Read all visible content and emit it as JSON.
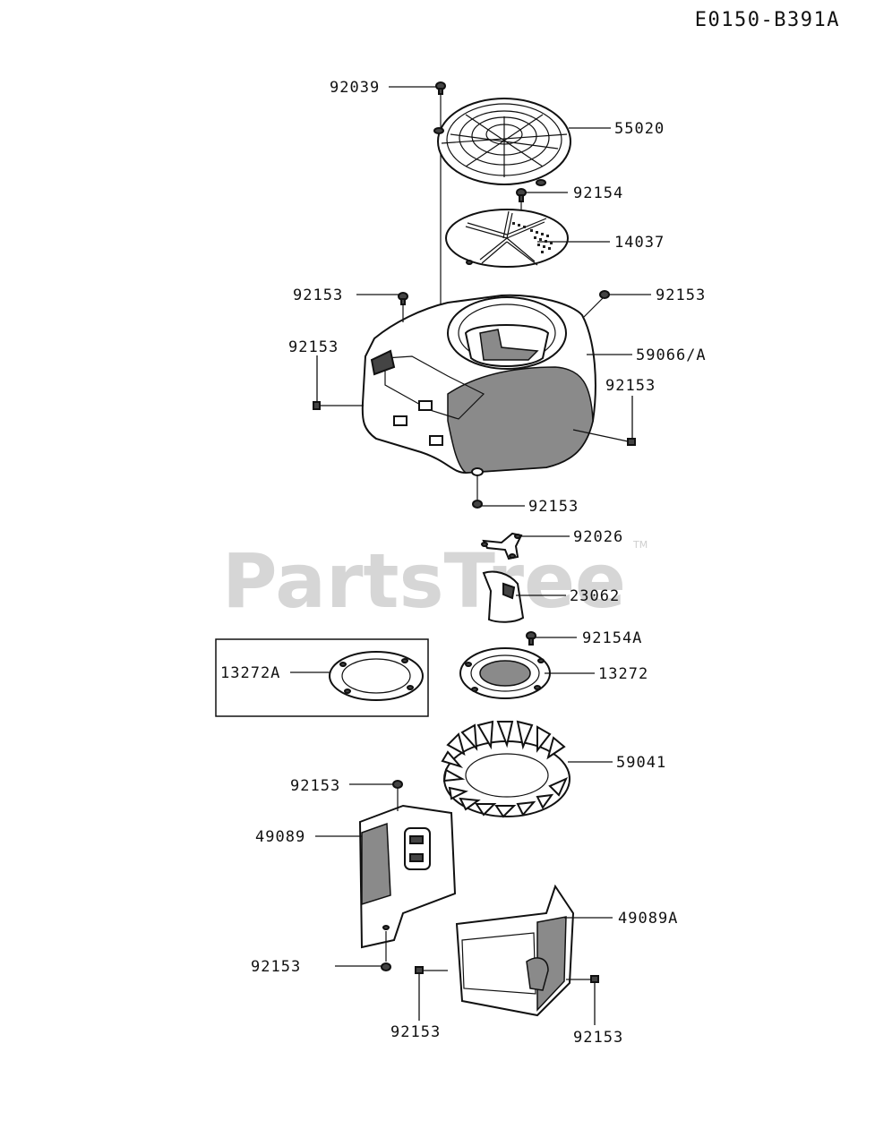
{
  "diagram_id": "E0150-B391A",
  "watermark": {
    "text": "PartsTree",
    "tm": "TM"
  },
  "callouts": {
    "c92039": "92039",
    "c55020": "55020",
    "c92154": "92154",
    "c14037": "14037",
    "c92153_tl": "92153",
    "c92153_tr": "92153",
    "c92153_l": "92153",
    "c59066": "59066/A",
    "c92153_r": "92153",
    "c92153_b": "92153",
    "c92026": "92026",
    "c23062": "23062",
    "c92154a": "92154A",
    "c13272a": "13272A",
    "c13272": "13272",
    "c59041": "59041",
    "c92153_sh": "92153",
    "c49089": "49089",
    "c49089a": "49089A",
    "c92153_sl": "92153",
    "c92153_bl": "92153",
    "c92153_br": "92153"
  }
}
